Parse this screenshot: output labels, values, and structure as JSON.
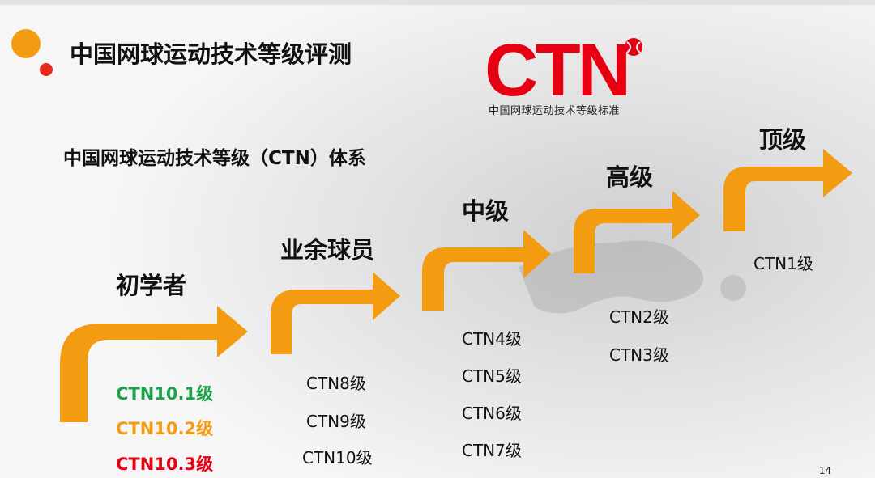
{
  "title": "中国网球运动技术等级评测",
  "subtitle": "中国网球运动技术等级（CTN）体系",
  "logo": {
    "mark": "CTN",
    "tagline": "中国网球运动技术等级标准"
  },
  "colors": {
    "arrow": "#f39c12",
    "logo_red": "#e60012",
    "dot_orange": "#f39c12",
    "dot_red": "#e8291c",
    "green": "#1aa34a",
    "orange": "#f39c12",
    "red": "#e60012"
  },
  "stages": [
    {
      "name": "初学者",
      "levels": [
        "CTN10.1级",
        "CTN10.2级",
        "CTN10.3级"
      ]
    },
    {
      "name": "业余球员",
      "levels": [
        "CTN8级",
        "CTN9级",
        "CTN10级"
      ]
    },
    {
      "name": "中级",
      "levels": [
        "CTN4级",
        "CTN5级",
        "CTN6级",
        "CTN7级"
      ]
    },
    {
      "name": "高级",
      "levels": [
        "CTN2级",
        "CTN3级"
      ]
    },
    {
      "name": "顶级",
      "levels": [
        "CTN1级"
      ]
    }
  ],
  "page_number": "14"
}
